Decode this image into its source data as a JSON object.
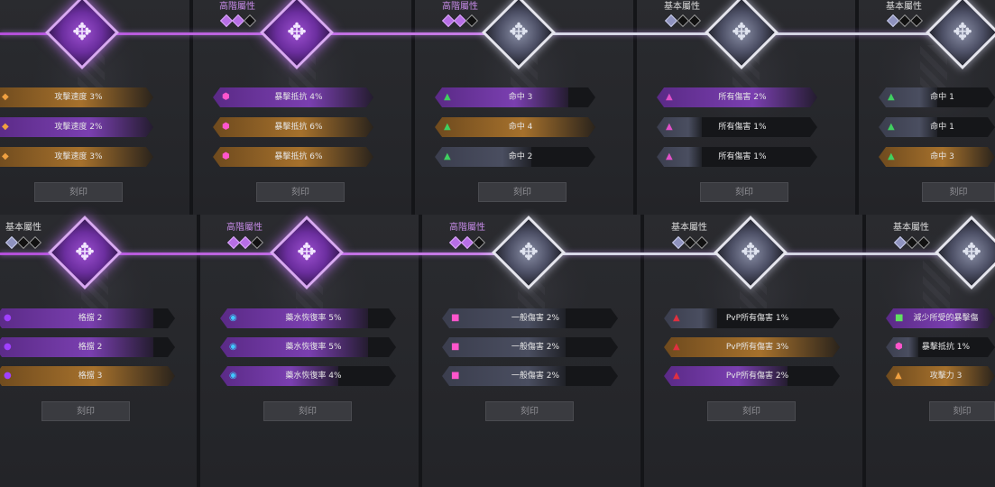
{
  "icons": {
    "emblem": "celtic-knot-icon",
    "gem": "diamond-icon",
    "hex": "⬢",
    "diamond": "◆",
    "triangle": "▲",
    "square": "■",
    "circle": "●",
    "ring": "◉"
  },
  "row1": {
    "panels": [
      {
        "title": "",
        "stats": [
          {
            "text": "攻擊速度 3%"
          },
          {
            "text": "攻擊速度 2%"
          },
          {
            "text": "攻擊速度 3%"
          }
        ],
        "button": "刻印"
      },
      {
        "title": "高階屬性",
        "stats": [
          {
            "text": "暴擊抵抗 4%"
          },
          {
            "text": "暴擊抵抗 6%"
          },
          {
            "text": "暴擊抵抗 6%"
          }
        ],
        "button": "刻印"
      },
      {
        "title": "高階屬性",
        "stats": [
          {
            "text": "命中 3"
          },
          {
            "text": "命中 4"
          },
          {
            "text": "命中 2"
          }
        ],
        "button": "刻印"
      },
      {
        "title": "基本屬性",
        "stats": [
          {
            "text": "所有傷害 2%"
          },
          {
            "text": "所有傷害 1%"
          },
          {
            "text": "所有傷害 1%"
          }
        ],
        "button": "刻印"
      },
      {
        "title": "基本屬性",
        "stats": [
          {
            "text": "命中 1"
          },
          {
            "text": "命中 1"
          },
          {
            "text": "命中 3"
          }
        ],
        "button": "刻印"
      }
    ]
  },
  "row2": {
    "panels": [
      {
        "title": "基本屬性",
        "stats": [
          {
            "text": "格擋 2"
          },
          {
            "text": "格擋 2"
          },
          {
            "text": "格擋 3"
          }
        ],
        "button": "刻印"
      },
      {
        "title": "高階屬性",
        "stats": [
          {
            "text": "藥水恢復率 5%"
          },
          {
            "text": "藥水恢復率 5%"
          },
          {
            "text": "藥水恢復率 4%"
          }
        ],
        "button": "刻印"
      },
      {
        "title": "高階屬性",
        "stats": [
          {
            "text": "一般傷害 2%"
          },
          {
            "text": "一般傷害 2%"
          },
          {
            "text": "一般傷害 2%"
          }
        ],
        "button": "刻印"
      },
      {
        "title": "基本屬性",
        "stats": [
          {
            "text": "PvP所有傷害 1%"
          },
          {
            "text": "PvP所有傷害 3%"
          },
          {
            "text": "PvP所有傷害 2%"
          }
        ],
        "button": "刻印"
      },
      {
        "title": "基本屬性",
        "stats": [
          {
            "text": "減少所受的暴擊傷"
          },
          {
            "text": "暴擊抵抗 1%"
          },
          {
            "text": "攻擊力 3"
          }
        ],
        "button": "刻印"
      }
    ]
  }
}
